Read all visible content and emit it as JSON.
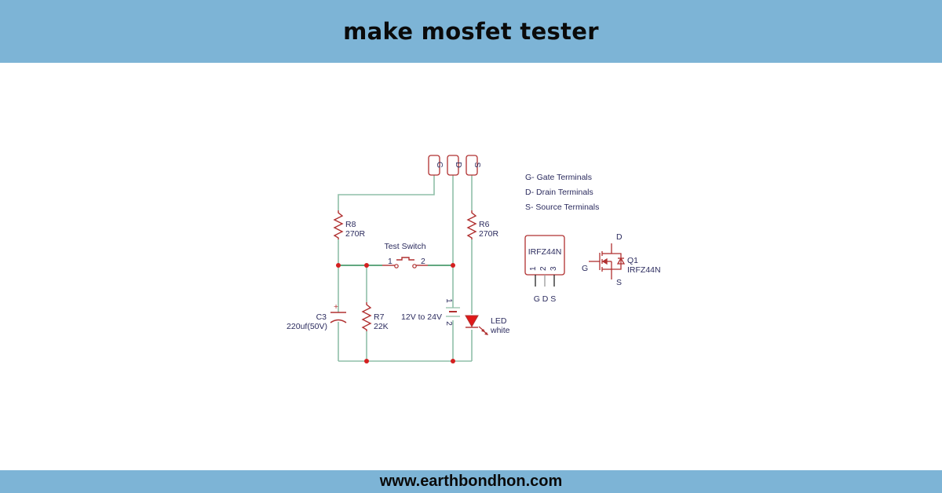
{
  "header": {
    "title": "make mosfet tester"
  },
  "footer": {
    "website": "www.earthbondhon.com"
  },
  "colors": {
    "banner": "#7db4d6",
    "wire": "#8fbfa8",
    "wire_dark": "#2e8b57",
    "component": "#b03030",
    "junction": "#d42020",
    "label": "#2b2b5e"
  },
  "terminals": [
    {
      "letter": "G"
    },
    {
      "letter": "D"
    },
    {
      "letter": "S"
    }
  ],
  "legend": [
    {
      "text": "G- Gate Terminals"
    },
    {
      "text": "D- Drain Terminals"
    },
    {
      "text": "S- Source Terminals"
    }
  ],
  "components": {
    "r8": {
      "ref": "R8",
      "value": "270R"
    },
    "r6": {
      "ref": "R6",
      "value": "270R"
    },
    "r7": {
      "ref": "R7",
      "value": "22K"
    },
    "c3": {
      "ref": "C3",
      "value": "220uf(50V)",
      "polarity": "+"
    },
    "switch": {
      "label": "Test Switch",
      "pin1": "1",
      "pin2": "2"
    },
    "battery": {
      "label": "12V to 24V",
      "pin1": "1",
      "pin2": "2"
    },
    "led": {
      "label": "LED",
      "color_label": "white"
    }
  },
  "package": {
    "part": "IRFZ44N",
    "pins": [
      "1",
      "2",
      "3"
    ],
    "pin_names": "G D S"
  },
  "mosfet_symbol": {
    "ref": "Q1",
    "part": "IRFZ44N",
    "drain": "D",
    "gate": "G",
    "source": "S"
  }
}
